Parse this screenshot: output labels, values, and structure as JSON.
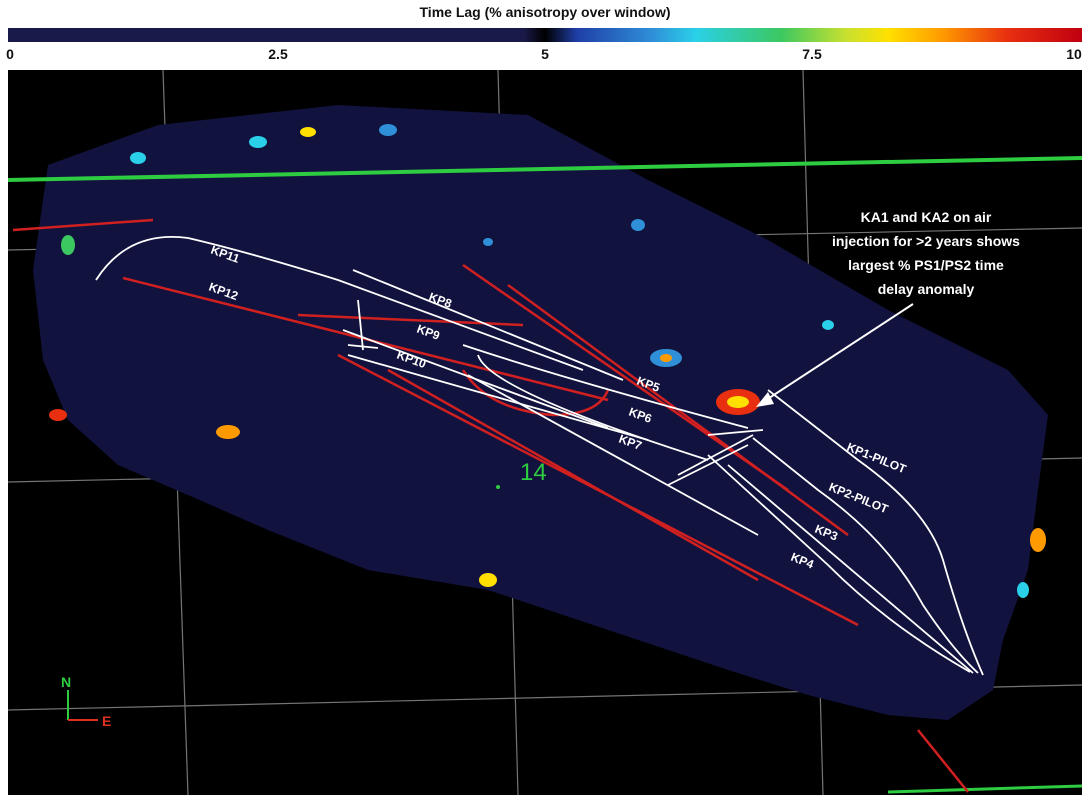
{
  "colorbar": {
    "title": "Time Lag (% anisotropy over window)",
    "ticks": [
      "0",
      "2.5",
      "5",
      "7.5",
      "10"
    ]
  },
  "map": {
    "section_number": "14",
    "annotation": [
      "KA1 and KA2 on air",
      "injection for >2 years shows",
      "largest % PS1/PS2 time",
      "delay anomaly"
    ],
    "wells": [
      "KP11",
      "KP12",
      "KP8",
      "KP9",
      "KP10",
      "KP5",
      "KP6",
      "KP7",
      "KP1-PILOT",
      "KP2-PILOT",
      "KP3",
      "KP4"
    ],
    "compass": {
      "north": "N",
      "east": "E"
    },
    "colors": {
      "survey": "#12123e",
      "wells": "#ffffff",
      "faults": "#d02020",
      "pipeline": "#2ecc40",
      "grid": "#9a9a9a"
    }
  }
}
